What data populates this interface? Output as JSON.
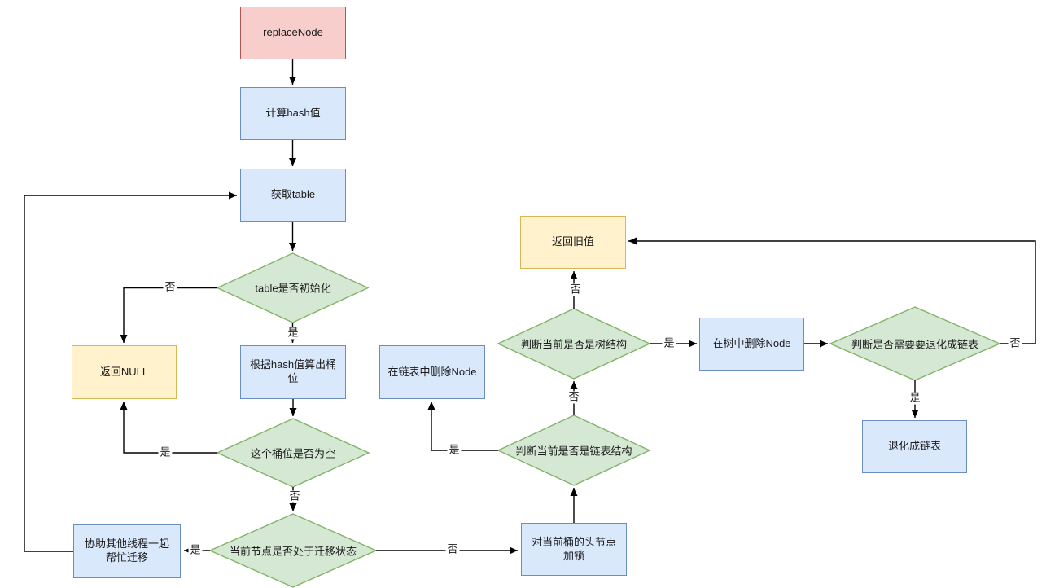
{
  "nodes": {
    "replace_node": "replaceNode",
    "compute_hash": "计算hash值",
    "get_table": "获取table",
    "table_initialized": "table是否初始化",
    "return_null": "返回NULL",
    "compute_bucket": "根据hash值算出桶位",
    "bucket_empty": "这个桶位是否为空",
    "help_migrate": "协助其他线程一起帮忙迁移",
    "node_migrating": "当前节点是否处于迁移状态",
    "lock_head": "对当前桶的头节点加锁",
    "is_linked_list": "判断当前是否是链表结构",
    "delete_in_list": "在链表中删除Node",
    "is_tree": "判断当前是否是树结构",
    "delete_in_tree": "在树中删除Node",
    "need_untreeify": "判断是否需要要退化成链表",
    "untreeify": "退化成链表",
    "return_old_value": "返回旧值"
  },
  "edge_labels": [
    {
      "id": "table-initialized-no",
      "text": "否"
    },
    {
      "id": "table-initialized-yes",
      "text": "是"
    },
    {
      "id": "bucket-empty-yes",
      "text": "是"
    },
    {
      "id": "bucket-empty-no",
      "text": "否"
    },
    {
      "id": "migrating-yes",
      "text": "是"
    },
    {
      "id": "migrating-no",
      "text": "否"
    },
    {
      "id": "linked-list-yes",
      "text": "是"
    },
    {
      "id": "linked-list-no",
      "text": "否"
    },
    {
      "id": "tree-no",
      "text": "否"
    },
    {
      "id": "tree-yes",
      "text": "是"
    },
    {
      "id": "need-untreeify-no",
      "text": "否"
    },
    {
      "id": "need-untreeify-yes",
      "text": "是"
    }
  ],
  "colors": {
    "start_fill": "#f8cecc",
    "start_stroke": "#b85450",
    "process_fill": "#dae8fc",
    "process_stroke": "#6c8ebf",
    "decision_fill": "#d5e8d4",
    "decision_stroke": "#82b366",
    "result_fill": "#fff2cc",
    "result_stroke": "#d6b656",
    "edge_stroke": "#000000",
    "background": "#ffffff"
  }
}
